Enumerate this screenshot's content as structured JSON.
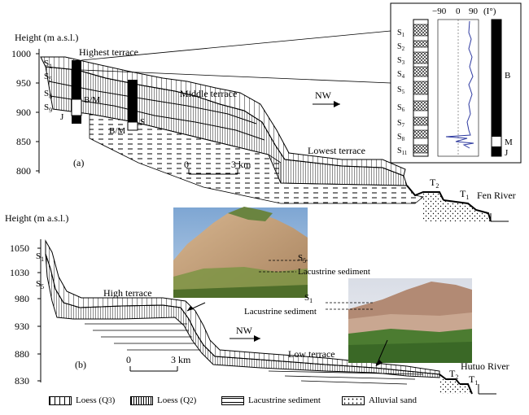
{
  "panel_a": {
    "y_axis_title": "Height  (m a.s.l.)",
    "y_ticks": [
      "1000",
      "950",
      "900",
      "850",
      "800"
    ],
    "panel_label": "(a)",
    "terrace_labels": {
      "highest": "Highest terrace",
      "middle": "Middle terrace",
      "lowest": "Lowest terrace",
      "t2": "T",
      "t1": "T",
      "sub2": "2",
      "sub1": "1"
    },
    "river": "Fen River",
    "direction": "NW",
    "scale": {
      "start": "0",
      "end": "3 km"
    },
    "profile_labels": {
      "s1": "S",
      "s5": "S",
      "s8": "S",
      "s9": "S",
      "j": "J",
      "bm1": "B/M",
      "bm2": "B/M",
      "s": "S",
      "sub1": "1",
      "sub5": "5",
      "sub8": "8",
      "sub9": "9"
    },
    "inset": {
      "axis_ticks": [
        "−90",
        "0",
        "90",
        "(I°)"
      ],
      "soil_units": [
        "S",
        "S",
        "S",
        "S",
        "S",
        "S",
        "S",
        "S",
        "S"
      ],
      "soil_subs": [
        "1",
        "2",
        "3",
        "4",
        "5",
        "6",
        "7",
        "8",
        "11"
      ],
      "polarity": [
        "B",
        "M",
        "J"
      ]
    }
  },
  "panel_b": {
    "y_axis_title": "Height  (m a.s.l.)",
    "y_ticks": [
      "1050",
      "1030",
      "980",
      "930",
      "880",
      "830"
    ],
    "panel_label": "(b)",
    "terrace_labels": {
      "high": "High terrace",
      "low": "Low terrace",
      "t2": "T",
      "t1": "T",
      "sub2": "2",
      "sub1": "1"
    },
    "river": "Hutuo River",
    "direction": "NW",
    "scale": {
      "start": "0",
      "end": "3 km"
    },
    "profile_labels": {
      "s1": "S",
      "s5": "S",
      "sub1": "1",
      "sub5": "5"
    },
    "photo1_labels": {
      "s5": "S",
      "sub5": "5",
      "lacustrine": "Lacustrine sediment"
    },
    "photo2_labels": {
      "s1": "S",
      "sub1": "1",
      "lacustrine": "Lacustrine sediment"
    }
  },
  "legend": [
    {
      "label": "Loess (Q",
      "sub": "3",
      "close": ")",
      "pattern": "loess3"
    },
    {
      "label": "Loess (Q",
      "sub": "2",
      "close": ")",
      "pattern": "loess2"
    },
    {
      "label": "Lacustrine sediment",
      "sub": "",
      "close": "",
      "pattern": "lacus"
    },
    {
      "label": "Alluvial sand",
      "sub": "",
      "close": "",
      "pattern": "sand"
    }
  ],
  "colors": {
    "sky": "#8fb1d6",
    "cliff": "#c3a07c",
    "vegetation": "#6f8c3c",
    "grass": "#4f7a2e"
  }
}
